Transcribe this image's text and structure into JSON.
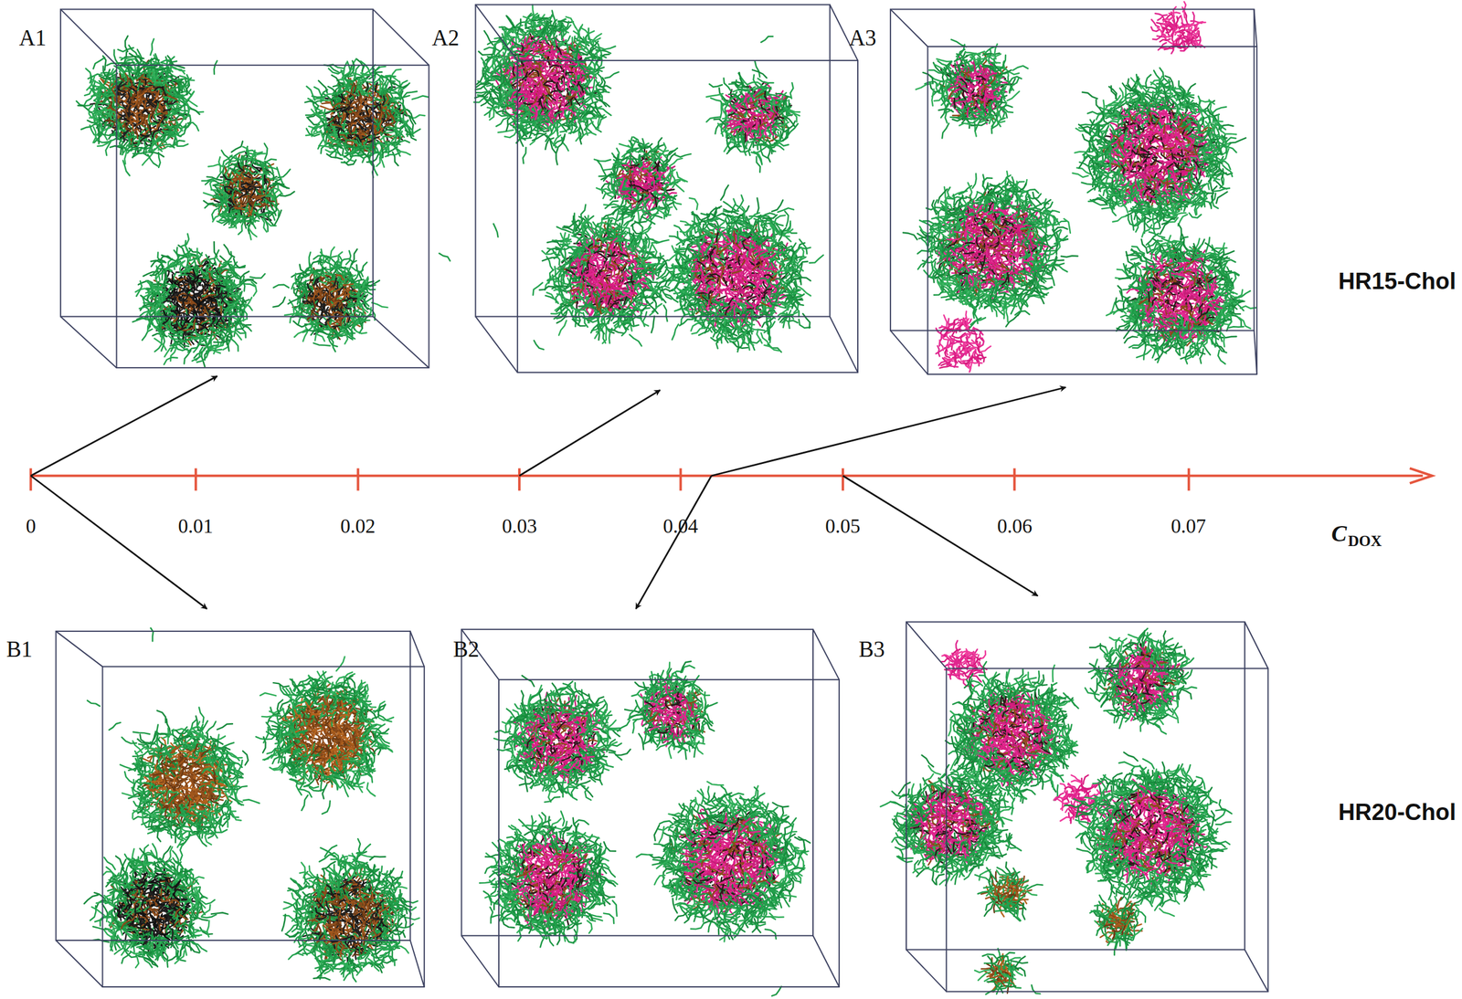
{
  "diagram": {
    "labels": [
      "A1",
      "A2",
      "A3",
      "HR15-Chol",
      "0",
      "0.01",
      "0.02",
      "0.03",
      "0.04",
      "0.05",
      "0.06",
      "0.07",
      "C",
      "DOX",
      "B1",
      "B2",
      "B3",
      "HR20-Chol"
    ]
  }
}
